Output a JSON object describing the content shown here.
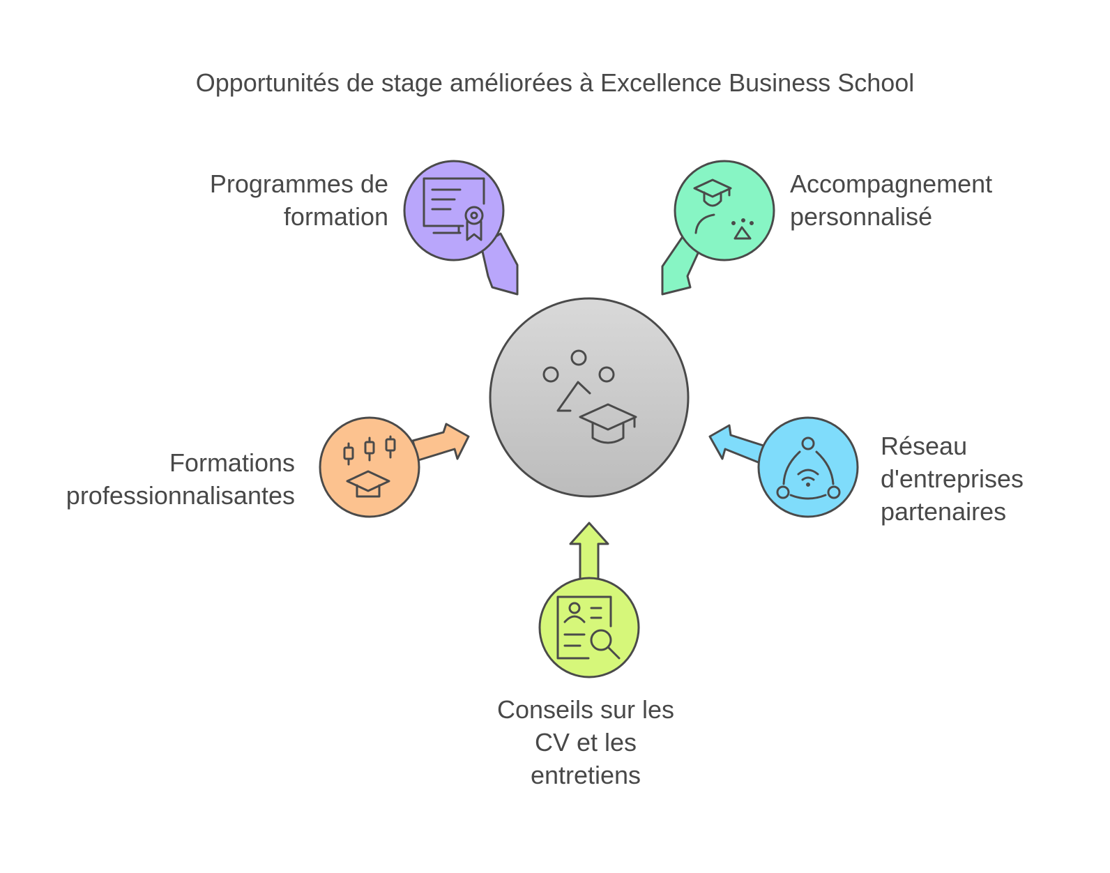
{
  "title": "Opportunités de stage améliorées à Excellence Business School",
  "center": {
    "icon": "students-graduation-cap-icon",
    "color": "#c9c9c9"
  },
  "nodes": [
    {
      "id": "training-programs",
      "lines": [
        "Programmes de",
        "formation"
      ],
      "color": "#b9a6fb",
      "icon": "certificate-monitor-icon"
    },
    {
      "id": "personal-support",
      "lines": [
        "Accompagnement",
        "personnalisé"
      ],
      "color": "#87f5c4",
      "icon": "graduate-mentor-icon"
    },
    {
      "id": "professional-courses",
      "lines": [
        "Formations",
        "professionnalisantes"
      ],
      "color": "#fcc28f",
      "icon": "chart-graduation-cap-icon"
    },
    {
      "id": "partner-network",
      "lines": [
        "Réseau",
        "d'entreprises",
        "partenaires"
      ],
      "color": "#7fdcfb",
      "icon": "network-wifi-icon"
    },
    {
      "id": "cv-interview-advice",
      "lines": [
        "Conseils sur les",
        "CV et les",
        "entretiens"
      ],
      "color": "#d6f77a",
      "icon": "resume-search-icon"
    }
  ]
}
